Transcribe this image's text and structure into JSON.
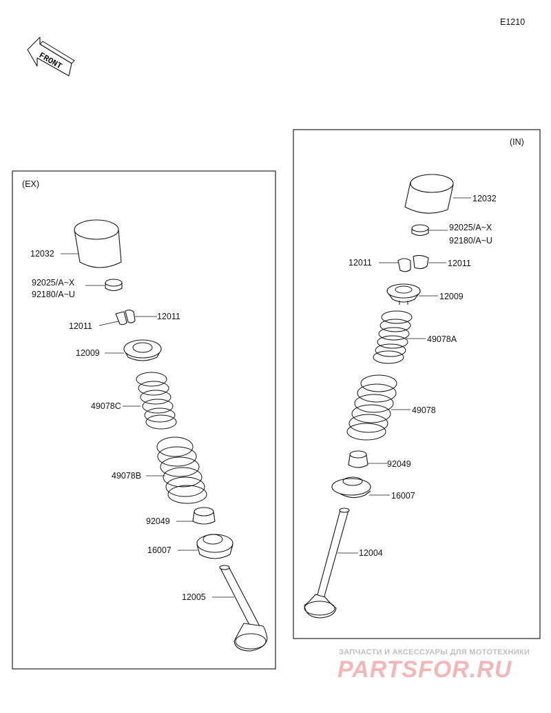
{
  "diagram_code": "E1210",
  "front_label": "FRONT",
  "exhaust": {
    "title": "(EX)",
    "labels": {
      "cover": "12032",
      "shim_a": "92025/A~X",
      "shim_b": "92180/A~U",
      "keeper_r": "12011",
      "keeper_l": "12011",
      "retainer": "12009",
      "spring_inner": "49078C",
      "spring_outer": "49078B",
      "seal": "92049",
      "seat": "16007",
      "valve": "12005"
    }
  },
  "intake": {
    "title": "(IN)",
    "labels": {
      "cover": "12032",
      "shim_a": "92025/A~X",
      "shim_b": "92180/A~U",
      "keeper_l": "12011",
      "keeper_r": "12011",
      "retainer": "12009",
      "spring_inner": "49078A",
      "spring_outer": "49078",
      "seal": "92049",
      "seat": "16007",
      "valve": "12004"
    }
  },
  "watermark": {
    "tagline": "ЗАПЧАСТИ И АКСЕССУАРЫ ДЛЯ МОТОТЕХНИКИ",
    "logo": "PARTSFOR.RU"
  }
}
